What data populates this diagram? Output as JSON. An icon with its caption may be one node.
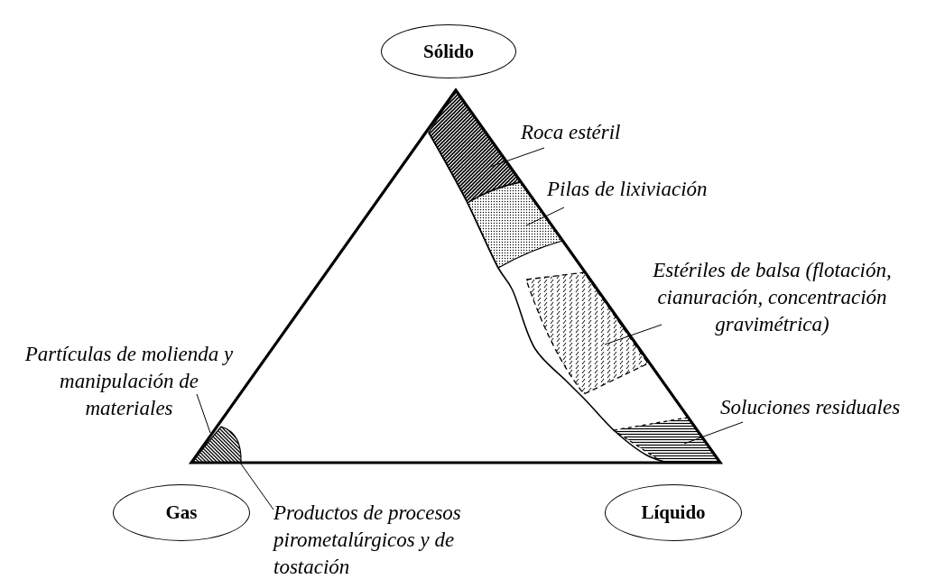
{
  "diagram": {
    "nodes": [
      {
        "text": [
          "Sólido"
        ]
      },
      {
        "text": [
          "Gas"
        ]
      },
      {
        "text": [
          "Líquido"
        ]
      },
      {
        "text": [
          "Roca estéril"
        ]
      },
      {
        "text": [
          "Pilas de lixiviación"
        ]
      },
      {
        "text": [
          "Estériles de balsa (flotación, cianuración, concentración gravimétrica)"
        ]
      },
      {
        "text": [
          "Partículas de molienda y manipulación de materiales"
        ]
      },
      {
        "text": [
          "Soluciones residuales"
        ]
      },
      {
        "text": [
          "Productos de procesos pirometalúrgicos y de tostación"
        ]
      },
      {
        "text": [],
        "shape": "band"
      },
      {
        "text": [],
        "shape": "band"
      },
      {
        "text": [],
        "shape": "band"
      },
      {
        "text": [],
        "shape": "band"
      },
      {
        "text": [],
        "shape": "sector"
      }
    ],
    "edges": [
      {
        "from": 3,
        "to": 9,
        "arrow": "none"
      },
      {
        "from": 4,
        "to": 10,
        "arrow": "none"
      },
      {
        "from": 5,
        "to": 11,
        "arrow": "none"
      },
      {
        "from": 6,
        "to": 13,
        "arrow": "none"
      },
      {
        "from": 7,
        "to": 12,
        "arrow": "none"
      },
      {
        "from": 8,
        "to": 13,
        "arrow": "none"
      }
    ]
  }
}
